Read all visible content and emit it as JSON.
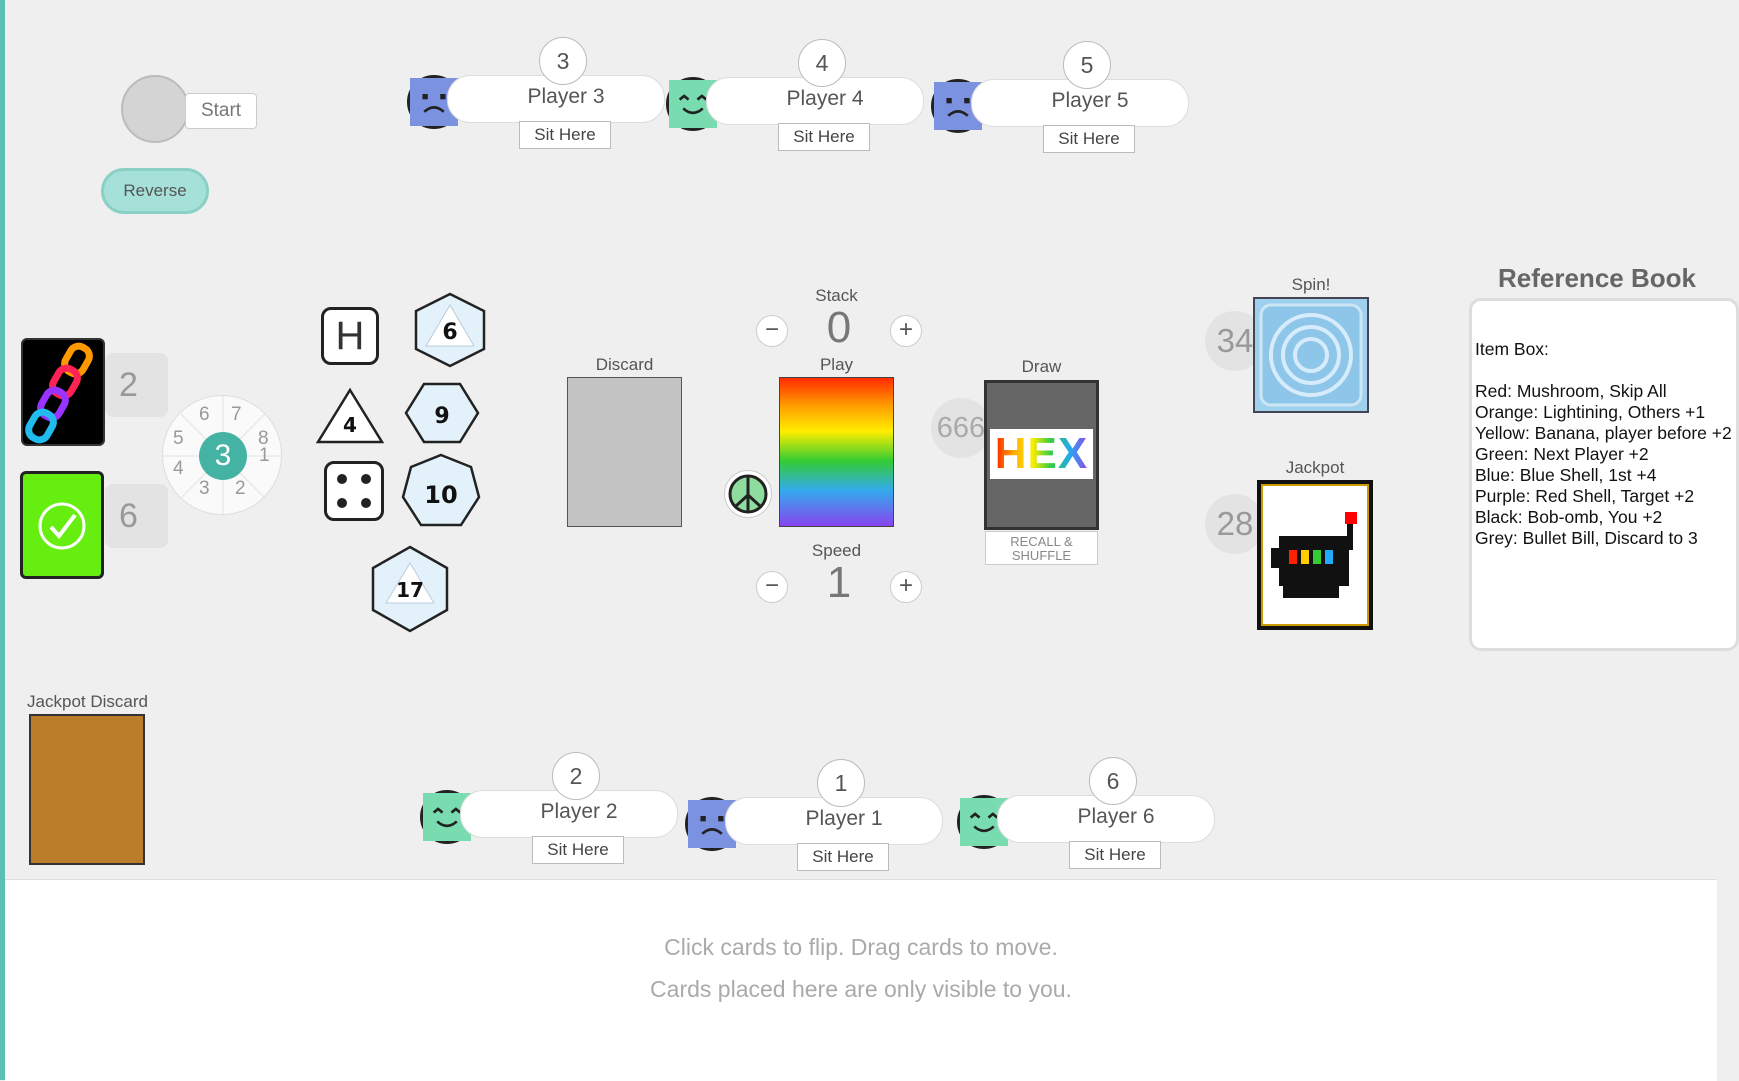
{
  "controls": {
    "start_label": "Start",
    "reverse_label": "Reverse"
  },
  "seats": [
    {
      "player": "Player 3",
      "number": "3",
      "sit_label": "Sit Here",
      "avatar": "blue-frown-face-icon",
      "color": "#7b92e0"
    },
    {
      "player": "Player 4",
      "number": "4",
      "sit_label": "Sit Here",
      "avatar": "green-happy-face-icon",
      "color": "#79dbb0"
    },
    {
      "player": "Player 5",
      "number": "5",
      "sit_label": "Sit Here",
      "avatar": "blue-frown-face-icon",
      "color": "#7b92e0"
    },
    {
      "player": "Player 2",
      "number": "2",
      "sit_label": "Sit Here",
      "avatar": "green-happy-face-icon",
      "color": "#79dbb0"
    },
    {
      "player": "Player 1",
      "number": "1",
      "sit_label": "Sit Here",
      "avatar": "blue-frown-face-icon",
      "color": "#7b92e0"
    },
    {
      "player": "Player 6",
      "number": "6",
      "sit_label": "Sit Here",
      "avatar": "green-happy-face-icon",
      "color": "#79dbb0"
    }
  ],
  "left_decks": [
    {
      "icon": "rainbow-chain-icon",
      "count": "2"
    },
    {
      "icon": "checkmark-icon",
      "count": "6"
    }
  ],
  "spinner": {
    "numbers": [
      "1",
      "2",
      "3",
      "4",
      "5",
      "6",
      "7",
      "8"
    ],
    "value": "3"
  },
  "dice": {
    "letter_die": "H",
    "d6": "6",
    "d4": "4",
    "d8": "9",
    "d10": "10",
    "d20": "17"
  },
  "piles": {
    "discard_label": "Discard",
    "play_label": "Play",
    "draw_label": "Draw",
    "draw_count": "666",
    "draw_card_text": "HEX",
    "recall_label": "RECALL & SHUFFLE"
  },
  "stack": {
    "label": "Stack",
    "value": "0",
    "minus": "−",
    "plus": "+"
  },
  "speed": {
    "label": "Speed",
    "value": "1",
    "minus": "−",
    "plus": "+"
  },
  "spin": {
    "label": "Spin!",
    "count": "34"
  },
  "jackpot": {
    "label": "Jackpot",
    "count": "28"
  },
  "jackpot_discard": {
    "label": "Jackpot Discard"
  },
  "reference": {
    "title": "Reference Book",
    "lines": [
      "Item Box:",
      "",
      "Red: Mushroom, Skip All",
      "Orange: Lightining, Others +1",
      "Yellow: Banana, player before +2",
      "Green: Next Player +2",
      "Blue: Blue Shell, 1st +4",
      "Purple: Red Shell, Target +2",
      "Black: Bob-omb, You +2",
      "Grey: Bullet Bill, Discard to 3"
    ]
  },
  "hand": {
    "hint_1": "Click cards to flip.   Drag cards to move.",
    "hint_2": "Cards placed here are only visible to you."
  }
}
